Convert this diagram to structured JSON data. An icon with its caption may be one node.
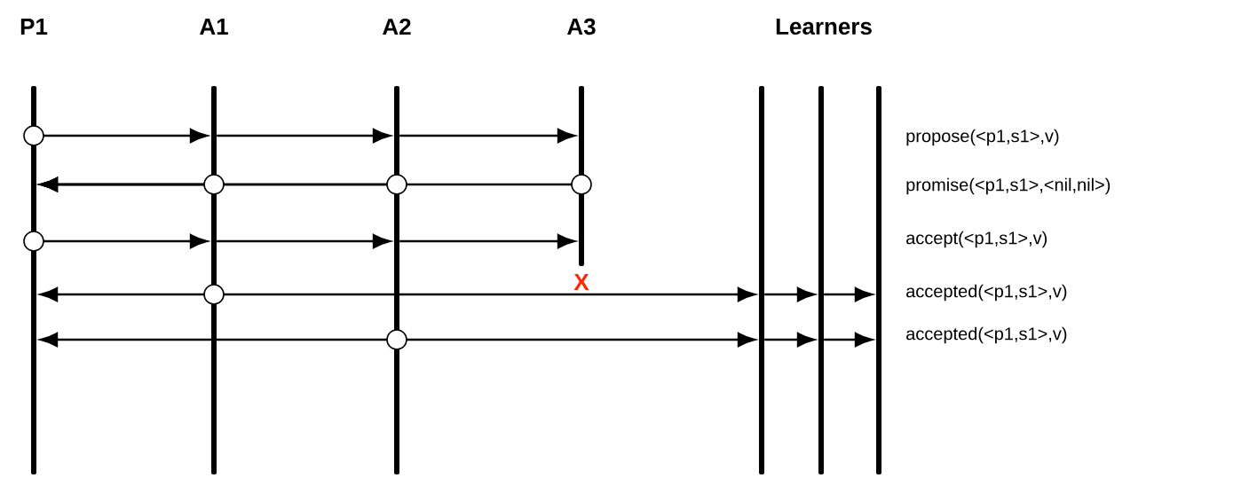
{
  "diagram": {
    "nodes": [
      {
        "text": [
          "P1"
        ]
      },
      {
        "text": [
          "A1"
        ]
      },
      {
        "text": [
          "A2"
        ]
      },
      {
        "text": [
          "A3"
        ]
      },
      {
        "text": [],
        "shape": "bar"
      },
      {
        "text": [],
        "shape": "bar"
      },
      {
        "text": [],
        "shape": "bar"
      }
    ],
    "edges": [
      {
        "from": 0,
        "to": 1,
        "arrow": "to"
      },
      {
        "from": 1,
        "to": 2,
        "arrow": "to"
      },
      {
        "from": 2,
        "to": 3,
        "arrow": "to"
      },
      {
        "from": 3,
        "to": 0,
        "arrow": "to"
      },
      {
        "from": 2,
        "to": 0,
        "arrow": "to"
      },
      {
        "from": 1,
        "to": 0,
        "arrow": "to"
      },
      {
        "from": 0,
        "to": 1,
        "arrow": "to"
      },
      {
        "from": 1,
        "to": 2,
        "arrow": "to"
      },
      {
        "from": 2,
        "to": 3,
        "arrow": "to"
      },
      {
        "from": 1,
        "to": 0,
        "arrow": "to"
      },
      {
        "from": 1,
        "to": 4,
        "arrow": "to"
      },
      {
        "from": 4,
        "to": 5,
        "arrow": "to"
      },
      {
        "from": 5,
        "to": 6,
        "arrow": "to"
      },
      {
        "from": 2,
        "to": 0,
        "arrow": "to"
      },
      {
        "from": 2,
        "to": 4,
        "arrow": "to"
      },
      {
        "from": 4,
        "to": 5,
        "arrow": "to"
      },
      {
        "from": 5,
        "to": 6,
        "arrow": "to"
      }
    ],
    "labels": [
      "Learners",
      "propose(<p1,s1>,v)",
      "promise(<p1,s1>,<nil,nil>)",
      "accept(<p1,s1>,v)",
      "X",
      "accepted(<p1,s1>,v)",
      "accepted(<p1,s1>,v)"
    ]
  }
}
